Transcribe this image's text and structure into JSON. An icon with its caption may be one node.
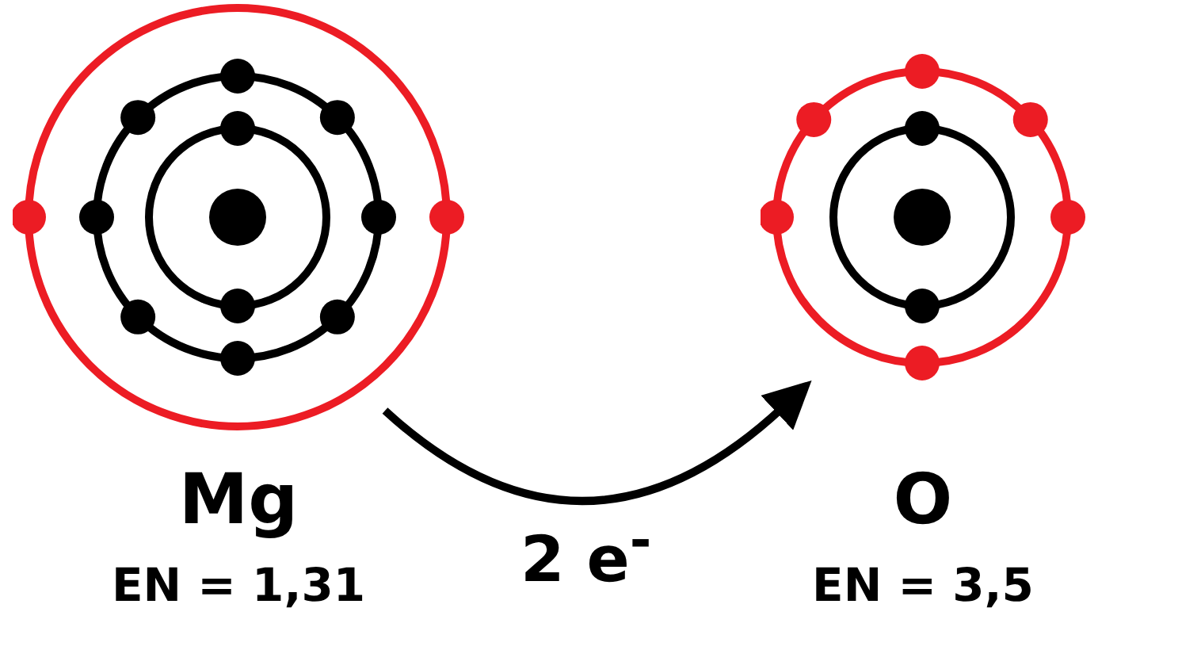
{
  "diagram": {
    "nodes": [
      {
        "text": [
          "Mg",
          "EN = 1,31"
        ]
      },
      {
        "text": [
          "O",
          "EN = 3,5"
        ]
      }
    ],
    "edges": [
      {
        "from": 0,
        "to": 1,
        "arrow": "to",
        "label": "2 e$^{-}$"
      }
    ]
  }
}
